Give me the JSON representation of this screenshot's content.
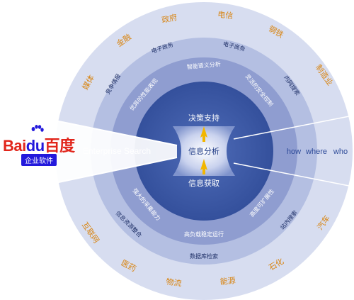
{
  "logo": {
    "word_left": "Bai",
    "word_mid": "du",
    "word_right": "百度",
    "badge": "企业软件"
  },
  "center": {
    "top": "决策支持",
    "middle": "信息分析",
    "bottom": "信息获取"
  },
  "left_label": "Enterprise Search",
  "right_labels": [
    "how",
    "where",
    "who"
  ],
  "inner_ring": [
    "智能语义分析",
    "灵活的安全控制",
    "高度可扩展性",
    "高负载稳定运行",
    "强大的采集能力",
    "优异的性能表现"
  ],
  "middle_ring": [
    "电子政务",
    "电子商务",
    "内网搜索",
    "站内搜索",
    "数据库检索",
    "信息资源整合",
    "竞争情报"
  ],
  "outer_ring": [
    "政府",
    "电信",
    "钢铁",
    "制造业",
    "汽车",
    "石化",
    "能源",
    "物流",
    "医药",
    "互联网",
    "媒体",
    "金融"
  ],
  "colors": {
    "core": "#3d5aa6",
    "inner_ring": "#8d9bcf",
    "middle_ring": "#b3bde0",
    "outer_ring": "#d4dbef",
    "industry_text": "#d88410",
    "accent_arrow": "#f2b600",
    "brand_red": "#e1251b",
    "brand_blue": "#2319dc"
  }
}
